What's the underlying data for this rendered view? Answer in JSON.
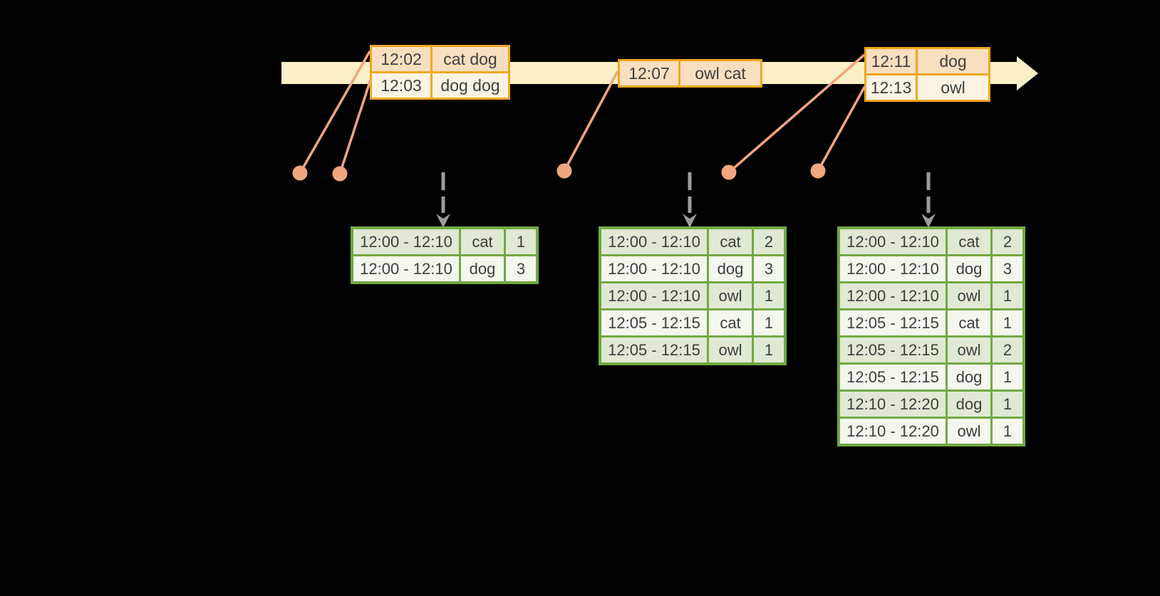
{
  "colors": {
    "background": "#000000",
    "timeline_band": "#FBF0C8",
    "gold_border": "#F0A81E",
    "peach_fill": "#F8DFC0",
    "cream_fill": "#FCF3E2",
    "green_border": "#71A944",
    "green_row_dark": "#DFE9D3",
    "green_row_light": "#F3F7ED",
    "salmon": "#F1A67E",
    "gray_arrow": "#9C9C9C",
    "text": "#3E3E3E"
  },
  "icons": {
    "timeline-arrow-head": "▶",
    "trigger-arrow-head": "▼",
    "event-dot": "●"
  },
  "timeline": {
    "events": [
      {
        "rows": [
          {
            "time": "12:02",
            "words": "cat dog"
          },
          {
            "time": "12:03",
            "words": "dog dog"
          }
        ]
      },
      {
        "rows": [
          {
            "time": "12:07",
            "words": "owl cat"
          }
        ]
      },
      {
        "rows": [
          {
            "time": "12:11",
            "words": "dog"
          },
          {
            "time": "12:13",
            "words": "owl"
          }
        ]
      }
    ]
  },
  "result_tables": [
    {
      "rows": [
        [
          "12:00 - 12:10",
          "cat",
          "1"
        ],
        [
          "12:00 - 12:10",
          "dog",
          "3"
        ]
      ]
    },
    {
      "rows": [
        [
          "12:00 - 12:10",
          "cat",
          "2"
        ],
        [
          "12:00 - 12:10",
          "dog",
          "3"
        ],
        [
          "12:00 - 12:10",
          "owl",
          "1"
        ],
        [
          "12:05 - 12:15",
          "cat",
          "1"
        ],
        [
          "12:05 - 12:15",
          "owl",
          "1"
        ]
      ]
    },
    {
      "rows": [
        [
          "12:00 - 12:10",
          "cat",
          "2"
        ],
        [
          "12:00 - 12:10",
          "dog",
          "3"
        ],
        [
          "12:00 - 12:10",
          "owl",
          "1"
        ],
        [
          "12:05 - 12:15",
          "cat",
          "1"
        ],
        [
          "12:05 - 12:15",
          "owl",
          "2"
        ],
        [
          "12:05 - 12:15",
          "dog",
          "1"
        ],
        [
          "12:10 - 12:20",
          "dog",
          "1"
        ],
        [
          "12:10 - 12:20",
          "owl",
          "1"
        ]
      ]
    }
  ]
}
